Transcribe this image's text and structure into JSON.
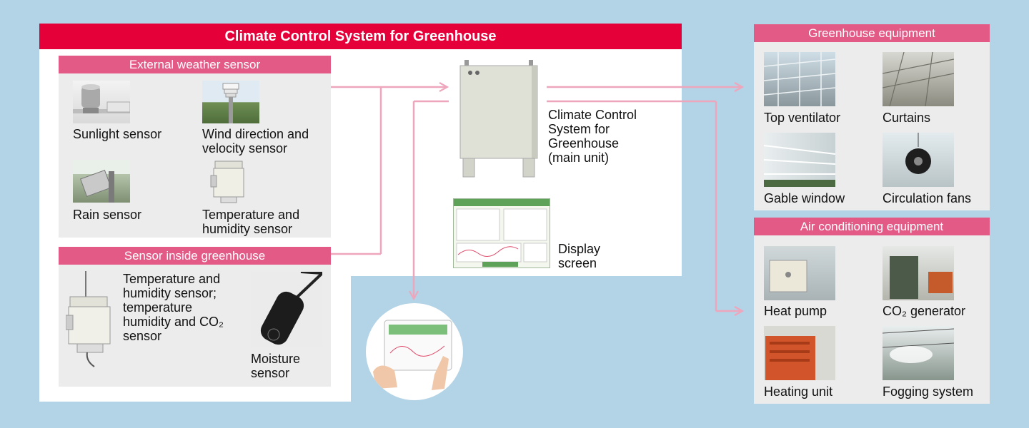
{
  "main_title": "Climate Control System for Greenhouse",
  "external": {
    "heading": "External weather sensor",
    "items": [
      {
        "label": "Sunlight sensor"
      },
      {
        "label_lines": [
          "Wind direction and",
          "velocity sensor"
        ]
      },
      {
        "label": "Rain sensor"
      },
      {
        "label_lines": [
          "Temperature and",
          "humidity sensor"
        ]
      }
    ]
  },
  "inside": {
    "heading": "Sensor inside greenhouse",
    "temp_label_lines": [
      "Temperature and",
      "humidity sensor;",
      "temperature",
      "humidity and CO₂",
      "sensor"
    ],
    "moisture_label_lines": [
      "Moisture",
      "sensor"
    ]
  },
  "main_unit": {
    "label_lines": [
      "Climate Control",
      "System for",
      "Greenhouse",
      "(main unit)"
    ]
  },
  "display": {
    "label_lines": [
      "Display",
      "screen"
    ]
  },
  "greenhouse_equipment": {
    "heading": "Greenhouse equipment",
    "items": [
      "Top ventilator",
      "Curtains",
      "Gable window",
      "Circulation fans"
    ]
  },
  "air_conditioning": {
    "heading": "Air conditioning equipment",
    "items": [
      "Heat pump",
      "CO₂ generator",
      "Heating unit",
      "Fogging system"
    ]
  },
  "colors": {
    "background": "#b3d3e6",
    "title_red": "#e5003a",
    "section_pink": "#e35a87",
    "arrow_pink": "#eea6bd",
    "panel_grey": "#ececec"
  }
}
